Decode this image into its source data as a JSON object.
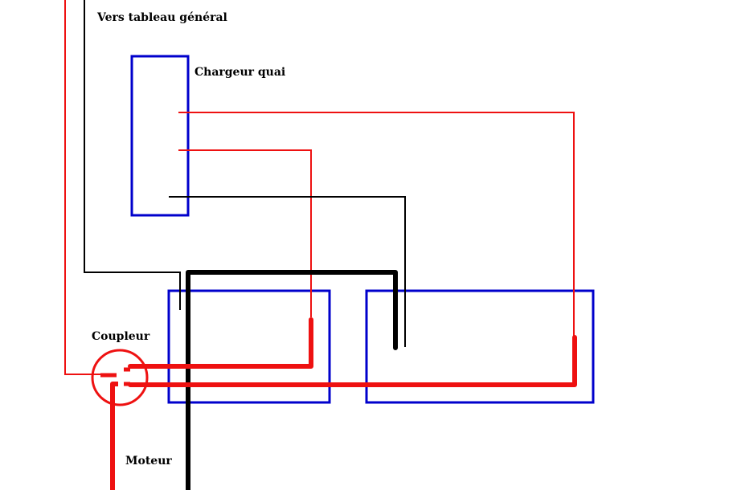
{
  "labels": {
    "tableau": "Vers tableau général",
    "chargeur": "Chargeur quai",
    "coupleur": "Coupleur",
    "moteur": "Moteur"
  },
  "colors": {
    "background": "#ffffff",
    "box_outline": "#0000cc",
    "positive_wire": "#ee1111",
    "negative_wire": "#000000"
  }
}
